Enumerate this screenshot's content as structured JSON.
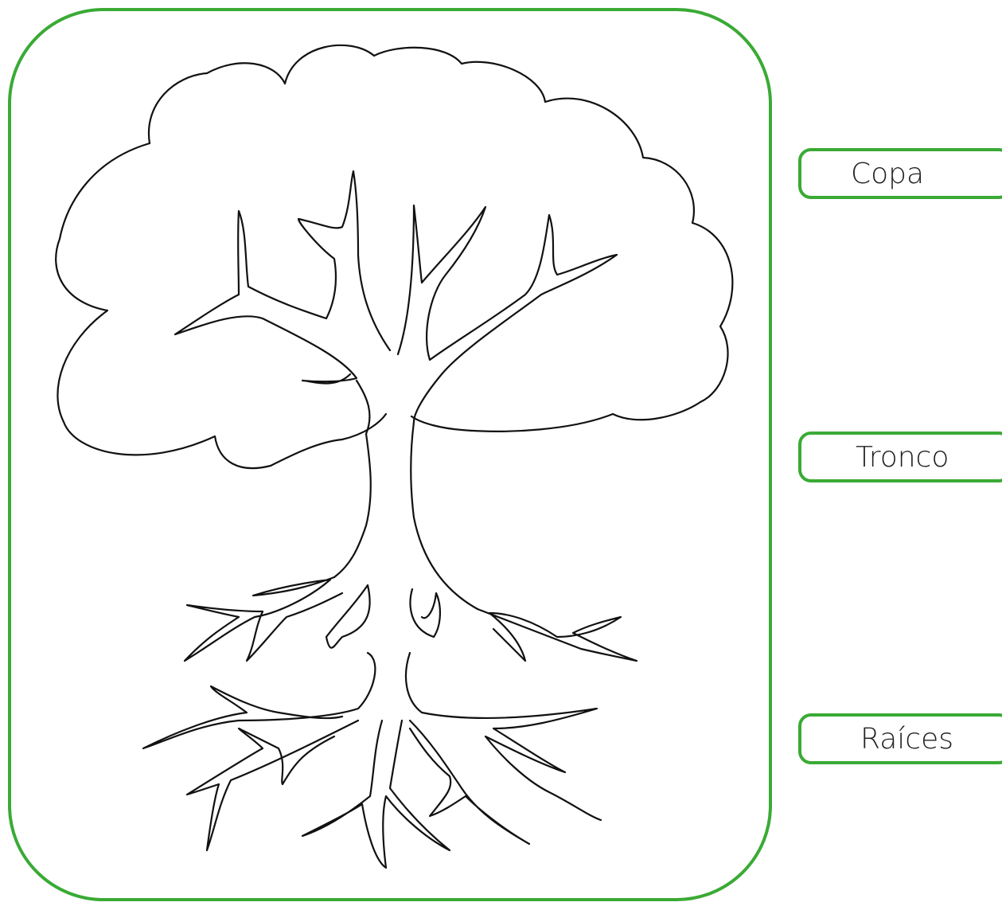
{
  "labels": {
    "copa": "Copa",
    "tronco": "Tronco",
    "raices": "Raíces"
  },
  "colors": {
    "frame": "#3aaa35",
    "outline": "#111111"
  }
}
